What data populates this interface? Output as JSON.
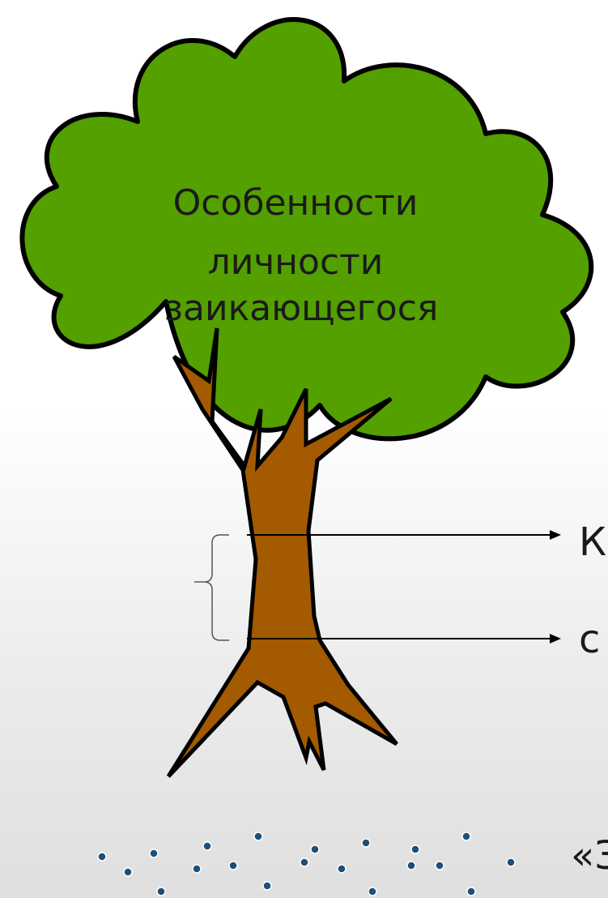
{
  "crown": {
    "label_lines": [
      "Особенности",
      "личности",
      "заикающегося"
    ]
  },
  "labels": {
    "upper_arrow_text": "К",
    "lower_arrow_text": "с",
    "bottom_text": "«З"
  },
  "colors": {
    "crown_fill": "#53a000",
    "trunk_fill": "#a35a00",
    "outline": "#000000",
    "dot_fill": "#1f4e79"
  }
}
